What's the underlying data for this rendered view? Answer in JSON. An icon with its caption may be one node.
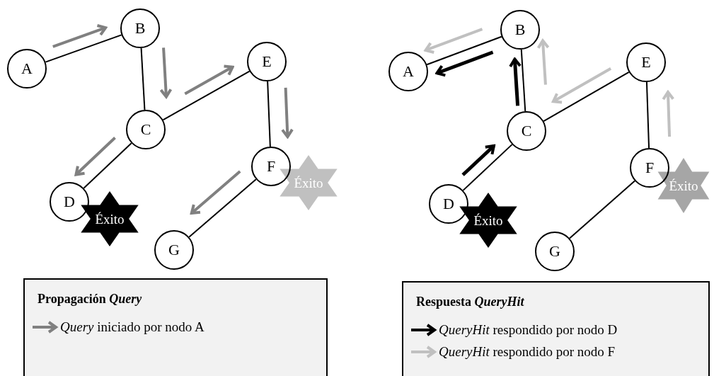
{
  "diagram": {
    "nodes": [
      {
        "text": [
          "A"
        ]
      },
      {
        "text": [
          "B"
        ]
      },
      {
        "text": [
          "C"
        ]
      },
      {
        "text": [
          "D"
        ]
      },
      {
        "text": [
          "E"
        ]
      },
      {
        "text": [
          "F"
        ]
      },
      {
        "text": [
          "G"
        ]
      },
      {
        "text": [
          "Éxito"
        ]
      },
      {
        "text": [
          "Éxito"
        ]
      },
      {
        "text": [
          "A"
        ]
      },
      {
        "text": [
          "B"
        ]
      },
      {
        "text": [
          "C"
        ]
      },
      {
        "text": [
          "D"
        ]
      },
      {
        "text": [
          "E"
        ]
      },
      {
        "text": [
          "F"
        ]
      },
      {
        "text": [
          "G"
        ]
      },
      {
        "text": [
          "Éxito"
        ]
      },
      {
        "text": [
          "Éxito"
        ]
      },
      {
        "text": [
          "Propagación *Query*"
        ]
      },
      {
        "text": [
          "Respuesta *QueryHit*"
        ]
      }
    ],
    "edges": [
      {
        "from": 0,
        "to": 1,
        "arrow": "none"
      },
      {
        "from": 1,
        "to": 2,
        "arrow": "none"
      },
      {
        "from": 2,
        "to": 4,
        "arrow": "none"
      },
      {
        "from": 2,
        "to": 3,
        "arrow": "none"
      },
      {
        "from": 4,
        "to": 5,
        "arrow": "none"
      },
      {
        "from": 5,
        "to": 6,
        "arrow": "none"
      },
      {
        "from": 0,
        "to": 1,
        "arrow": "to",
        "color": "#808080"
      },
      {
        "from": 1,
        "to": 2,
        "arrow": "to",
        "color": "#808080"
      },
      {
        "from": 2,
        "to": 4,
        "arrow": "to",
        "color": "#808080"
      },
      {
        "from": 4,
        "to": 5,
        "arrow": "to",
        "color": "#808080"
      },
      {
        "from": 2,
        "to": 3,
        "arrow": "to",
        "color": "#808080"
      },
      {
        "from": 5,
        "to": 6,
        "arrow": "to",
        "color": "#808080"
      },
      {
        "from": 9,
        "to": 10,
        "arrow": "none"
      },
      {
        "from": 10,
        "to": 11,
        "arrow": "none"
      },
      {
        "from": 11,
        "to": 13,
        "arrow": "none"
      },
      {
        "from": 11,
        "to": 12,
        "arrow": "none"
      },
      {
        "from": 13,
        "to": 14,
        "arrow": "none"
      },
      {
        "from": 14,
        "to": 15,
        "arrow": "none"
      },
      {
        "from": 10,
        "to": 9,
        "arrow": "to",
        "color": "#c0c0c0"
      },
      {
        "from": 10,
        "to": 9,
        "arrow": "to"
      },
      {
        "from": 11,
        "to": 10,
        "arrow": "to"
      },
      {
        "from": 11,
        "to": 10,
        "arrow": "to",
        "color": "#c0c0c0"
      },
      {
        "from": 13,
        "to": 11,
        "arrow": "to",
        "color": "#c0c0c0"
      },
      {
        "from": 12,
        "to": 11,
        "arrow": "to"
      },
      {
        "from": 14,
        "to": 13,
        "arrow": "to",
        "color": "#c0c0c0"
      }
    ],
    "legend": [
      {
        "text": "*Query* iniciado por nodo A"
      },
      {
        "text": "*QueryHit* respondido por nodo D"
      },
      {
        "text": "*QueryHit* respondido por nodo F"
      }
    ]
  }
}
